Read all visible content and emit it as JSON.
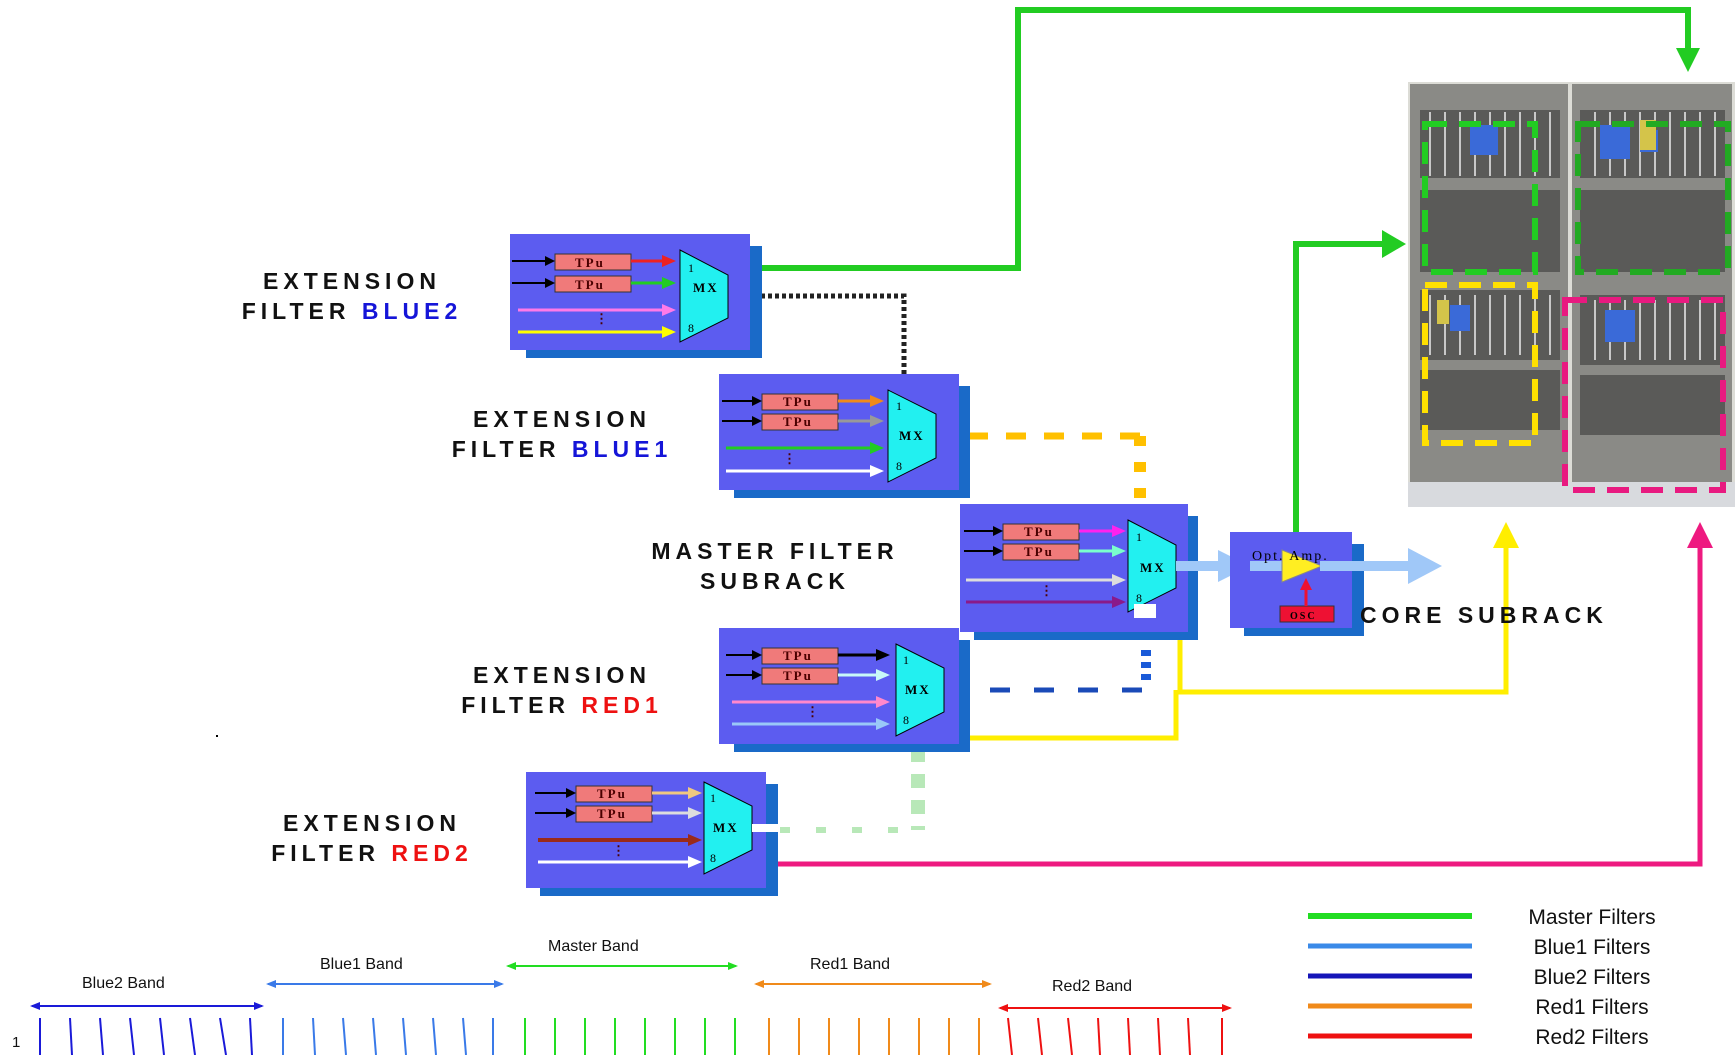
{
  "labels": {
    "blue2": {
      "line1": "EXTENSION",
      "line2_prefix": "FILTER ",
      "line2_color": "BLUE2"
    },
    "blue1": {
      "line1": "EXTENSION",
      "line2_prefix": "FILTER ",
      "line2_color": "BLUE1"
    },
    "master": {
      "line1": "MASTER FILTER",
      "line2": "SUBRACK"
    },
    "red1": {
      "line1": "EXTENSION",
      "line2_prefix": "FILTER ",
      "line2_color": "RED1"
    },
    "red2": {
      "line1": "EXTENSION",
      "line2_prefix": "FILTER ",
      "line2_color": "RED2"
    },
    "core": "CORE SUBRACK"
  },
  "module_text": {
    "tpu": "TPu",
    "mx": "MX",
    "port_top": "1",
    "port_bottom": "8",
    "dots": "⋮",
    "amp": "Opt. Amp.",
    "osc": "OSC"
  },
  "bands": [
    {
      "name": "Blue2 Band",
      "color": "#1a1ad8"
    },
    {
      "name": "Blue1 Band",
      "color": "#3a7ae8"
    },
    {
      "name": "Master Band",
      "color": "#22dd22"
    },
    {
      "name": "Red1 Band",
      "color": "#f08a1a"
    },
    {
      "name": "Red2 Band",
      "color": "#ee1111"
    }
  ],
  "axis_start": "1",
  "legend": [
    {
      "label": "Master Filters",
      "color": "#22dd22"
    },
    {
      "label": "Blue1 Filters",
      "color": "#3a8ae8"
    },
    {
      "label": "Blue2 Filters",
      "color": "#1515b8"
    },
    {
      "label": "Red1 Filters",
      "color": "#f08a1a"
    },
    {
      "label": "Red2 Filters",
      "color": "#ee1111"
    }
  ],
  "colors": {
    "module": "#5c5cf0",
    "shadow": "#1a6ac8",
    "mux": "#22f0f0",
    "tpu": "#f07a7a",
    "master_line": "#22cc22",
    "red2_line": "#ee1a80",
    "yellow_line": "#ffee00"
  }
}
